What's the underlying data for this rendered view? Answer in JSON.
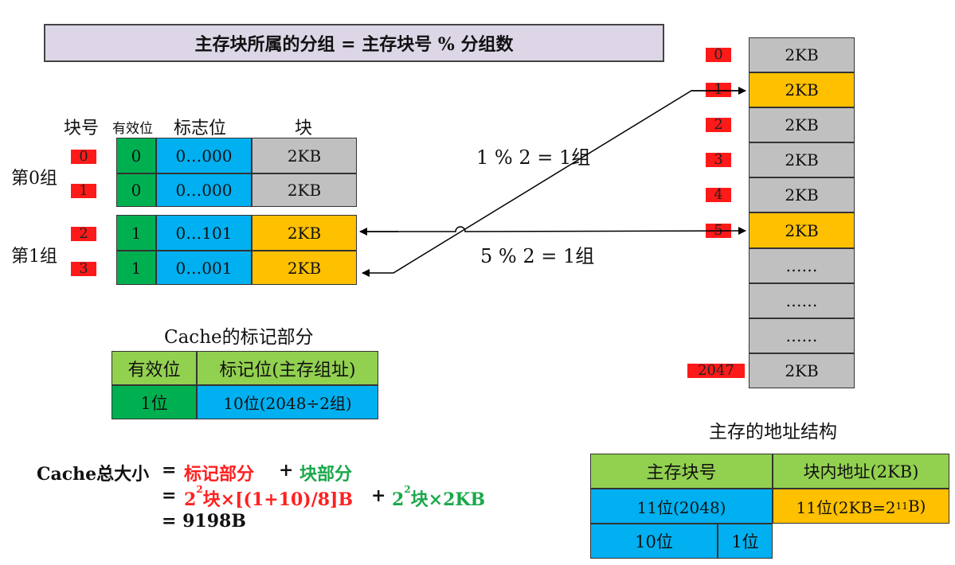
{
  "formula_title": "主存块所属的分组 = 主存块号 % 分组数",
  "cache": {
    "headers": {
      "block_no": "块号",
      "valid": "有效位",
      "tag": "标志位",
      "block": "块"
    },
    "group0_label": "第0组",
    "group1_label": "第1组",
    "rows": [
      {
        "no": "0",
        "valid": "0",
        "tag": "0…000",
        "block": "2KB"
      },
      {
        "no": "1",
        "valid": "0",
        "tag": "0…000",
        "block": "2KB"
      },
      {
        "no": "2",
        "valid": "1",
        "tag": "0…101",
        "block": "2KB"
      },
      {
        "no": "3",
        "valid": "1",
        "tag": "0…001",
        "block": "2KB"
      }
    ]
  },
  "mapping": {
    "eq1": "1 % 2 = 1组",
    "eq2": "5 % 2 = 1组"
  },
  "main_memory": {
    "rows": [
      {
        "no": "0",
        "block": "2KB"
      },
      {
        "no": "1",
        "block": "2KB"
      },
      {
        "no": "2",
        "block": "2KB"
      },
      {
        "no": "3",
        "block": "2KB"
      },
      {
        "no": "4",
        "block": "2KB"
      },
      {
        "no": "5",
        "block": "2KB"
      },
      {
        "no": "",
        "block": "……"
      },
      {
        "no": "",
        "block": "……"
      },
      {
        "no": "",
        "block": "……"
      },
      {
        "no": "2047",
        "block": "2KB"
      }
    ]
  },
  "tag_part": {
    "title": "Cache的标记部分",
    "h_valid": "有效位",
    "h_tag": "标记位(主存组址)",
    "v_valid": "1位",
    "v_tag": "10位(2048÷2组)"
  },
  "total": {
    "label": "Cache总大小",
    "eq": "=",
    "term1": "标记部分",
    "plus": "+",
    "term2": "块部分",
    "line2_eq": "=",
    "line2_a_pre": "2",
    "line2_a_sup": "2",
    "line2_a_post": "块×[(1+10)/8]B",
    "line2_plus": "+",
    "line2_b_pre": "2",
    "line2_b_sup": "2",
    "line2_b_post": "块×2KB",
    "line3": "= 9198B"
  },
  "addr": {
    "title": "主存的地址结构",
    "h_block": "主存块号",
    "h_offset": "块内地址(2KB)",
    "v_block": "11位(2048)",
    "v_offset_pre": "11位(2KB=2",
    "v_offset_sup": "11",
    "v_offset_post": "B)",
    "sub1": "10位",
    "sub2": "1位"
  },
  "colors": {
    "gray": "#c0c0c0",
    "yellow": "#ffc000",
    "blue": "#00b0f0",
    "green": "#00b050",
    "light_green": "#92d050",
    "red": "#ff1a1a",
    "title_bg": "#dcd6e6"
  }
}
